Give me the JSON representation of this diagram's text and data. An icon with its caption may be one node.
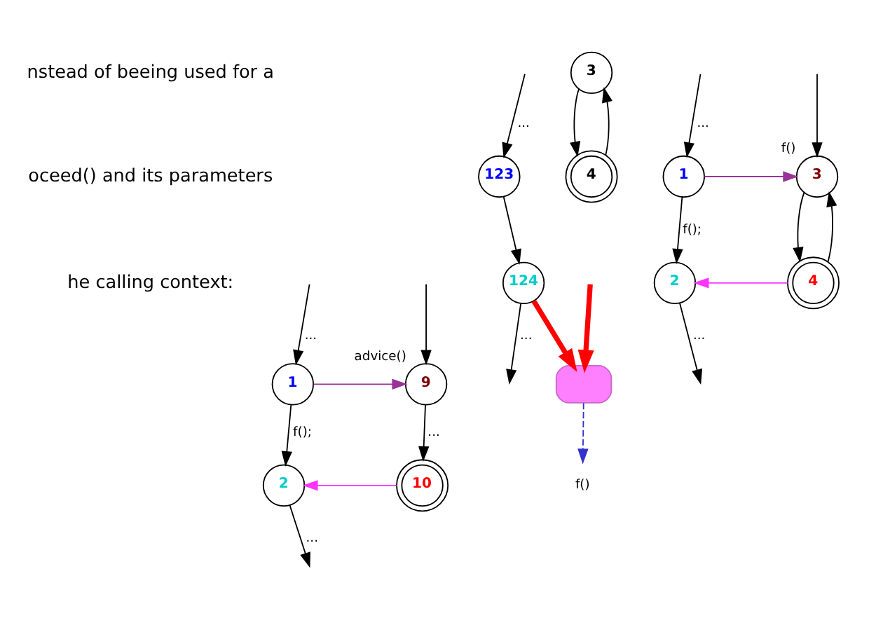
{
  "diagram": {
    "nodes": [
      {
        "text": [
          "1"
        ]
      },
      {
        "text": [
          "2"
        ]
      },
      {
        "text": [
          "9"
        ],
        "beside": [
          "advice()"
        ]
      },
      {
        "text": [
          "10"
        ]
      },
      {
        "text": [
          "123"
        ]
      },
      {
        "text": [
          "124"
        ]
      },
      {
        "text": [],
        "shape": "box"
      },
      {
        "text": [
          "f()"
        ]
      },
      {
        "text": [
          "3"
        ]
      },
      {
        "text": [
          "4"
        ]
      },
      {
        "text": [
          "1"
        ]
      },
      {
        "text": [
          "2"
        ]
      },
      {
        "text": [
          "3"
        ],
        "beside": [
          "f()"
        ]
      },
      {
        "text": [
          "4"
        ]
      }
    ],
    "edges": [
      {
        "from": null,
        "to": 0,
        "arrow": "to",
        "label": "..."
      },
      {
        "from": 0,
        "to": 1,
        "arrow": "to",
        "label": "f();"
      },
      {
        "from": 1,
        "to": null,
        "arrow": "to",
        "label": "..."
      },
      {
        "from": null,
        "to": 2,
        "arrow": "to"
      },
      {
        "from": 0,
        "to": 2,
        "arrow": "to",
        "color": "#993399"
      },
      {
        "from": 2,
        "to": 3,
        "arrow": "to",
        "label": "..."
      },
      {
        "from": 3,
        "to": 1,
        "arrow": "to",
        "color": "#ff33ff"
      },
      {
        "from": null,
        "to": 4,
        "arrow": "to",
        "label": "..."
      },
      {
        "from": 4,
        "to": 5,
        "arrow": "to"
      },
      {
        "from": 5,
        "to": null,
        "arrow": "to",
        "label": "..."
      },
      {
        "from": null,
        "to": 6,
        "arrow": "to",
        "style": "thick",
        "color": "#ff0000"
      },
      {
        "from": 5,
        "to": 6,
        "arrow": "to",
        "style": "thick",
        "color": "#ff0000"
      },
      {
        "from": 6,
        "to": 7,
        "arrow": "to",
        "style": "dashed",
        "color": "#3333cc"
      },
      {
        "from": 8,
        "to": 9,
        "arrow": "to"
      },
      {
        "from": 9,
        "to": 8,
        "arrow": "to"
      },
      {
        "from": null,
        "to": 10,
        "arrow": "to",
        "label": "..."
      },
      {
        "from": 10,
        "to": 11,
        "arrow": "to",
        "label": "f();"
      },
      {
        "from": 11,
        "to": null,
        "arrow": "to",
        "label": "..."
      },
      {
        "from": 10,
        "to": 12,
        "arrow": "to",
        "color": "#993399"
      },
      {
        "from": 13,
        "to": 11,
        "arrow": "to",
        "color": "#ff33ff"
      },
      {
        "from": null,
        "to": 12,
        "arrow": "to"
      },
      {
        "from": 12,
        "to": 13,
        "arrow": "to"
      },
      {
        "from": 13,
        "to": 12,
        "arrow": "to"
      }
    ],
    "labels": [
      "nstead of beeing used for a",
      "oceed() and its parameters",
      "he calling context:"
    ]
  }
}
